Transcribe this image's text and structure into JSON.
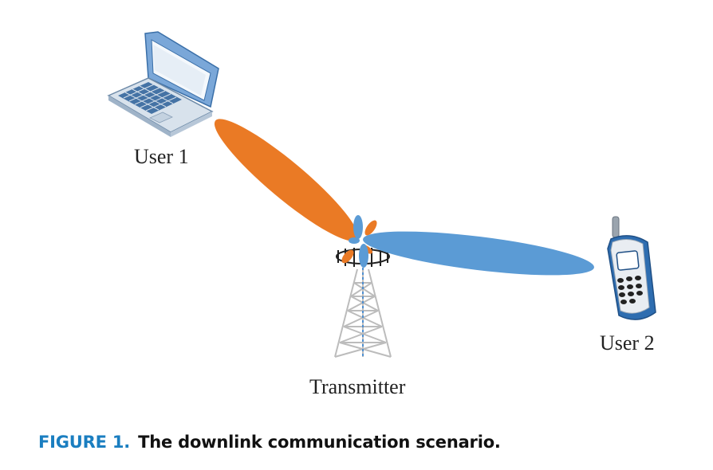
{
  "figure": {
    "caption_label": "FIGURE 1.",
    "caption_text": "The downlink communication scenario."
  },
  "nodes": {
    "user1": {
      "label": "User 1",
      "device": "laptop-icon"
    },
    "user2": {
      "label": "User 2",
      "device": "mobile-phone-icon"
    },
    "transmitter": {
      "label": "Transmitter",
      "device": "antenna-tower-icon"
    }
  },
  "beams": {
    "user1_color": "#ea7a25",
    "user2_color": "#5b9bd5"
  },
  "colors": {
    "caption_accent": "#1a7ec0",
    "tower": "#bcbcbc",
    "tower_core": "#4f8fd0"
  }
}
